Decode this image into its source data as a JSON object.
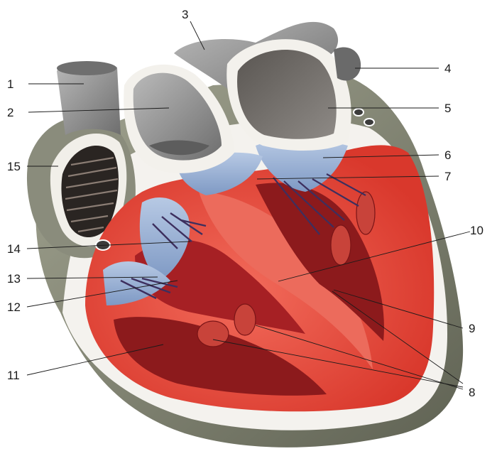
{
  "figure": {
    "colors": {
      "muscle": "#e84a3c",
      "muscle_dark": "#8c1a1c",
      "vessel_grey": "#8d8d8d",
      "valve_blue": "#9bb4d6",
      "pericardium": "#f4f2ee",
      "outer_wall": "#7f8271"
    },
    "labels": [
      {
        "id": "1",
        "text": "1"
      },
      {
        "id": "2",
        "text": "2"
      },
      {
        "id": "3",
        "text": "3"
      },
      {
        "id": "4",
        "text": "4"
      },
      {
        "id": "5",
        "text": "5"
      },
      {
        "id": "6",
        "text": "6"
      },
      {
        "id": "7",
        "text": "7"
      },
      {
        "id": "8",
        "text": "8"
      },
      {
        "id": "9",
        "text": "9"
      },
      {
        "id": "10",
        "text": "10"
      },
      {
        "id": "11",
        "text": "11"
      },
      {
        "id": "12",
        "text": "12"
      },
      {
        "id": "13",
        "text": "13"
      },
      {
        "id": "14",
        "text": "14"
      },
      {
        "id": "15",
        "text": "15"
      }
    ]
  }
}
